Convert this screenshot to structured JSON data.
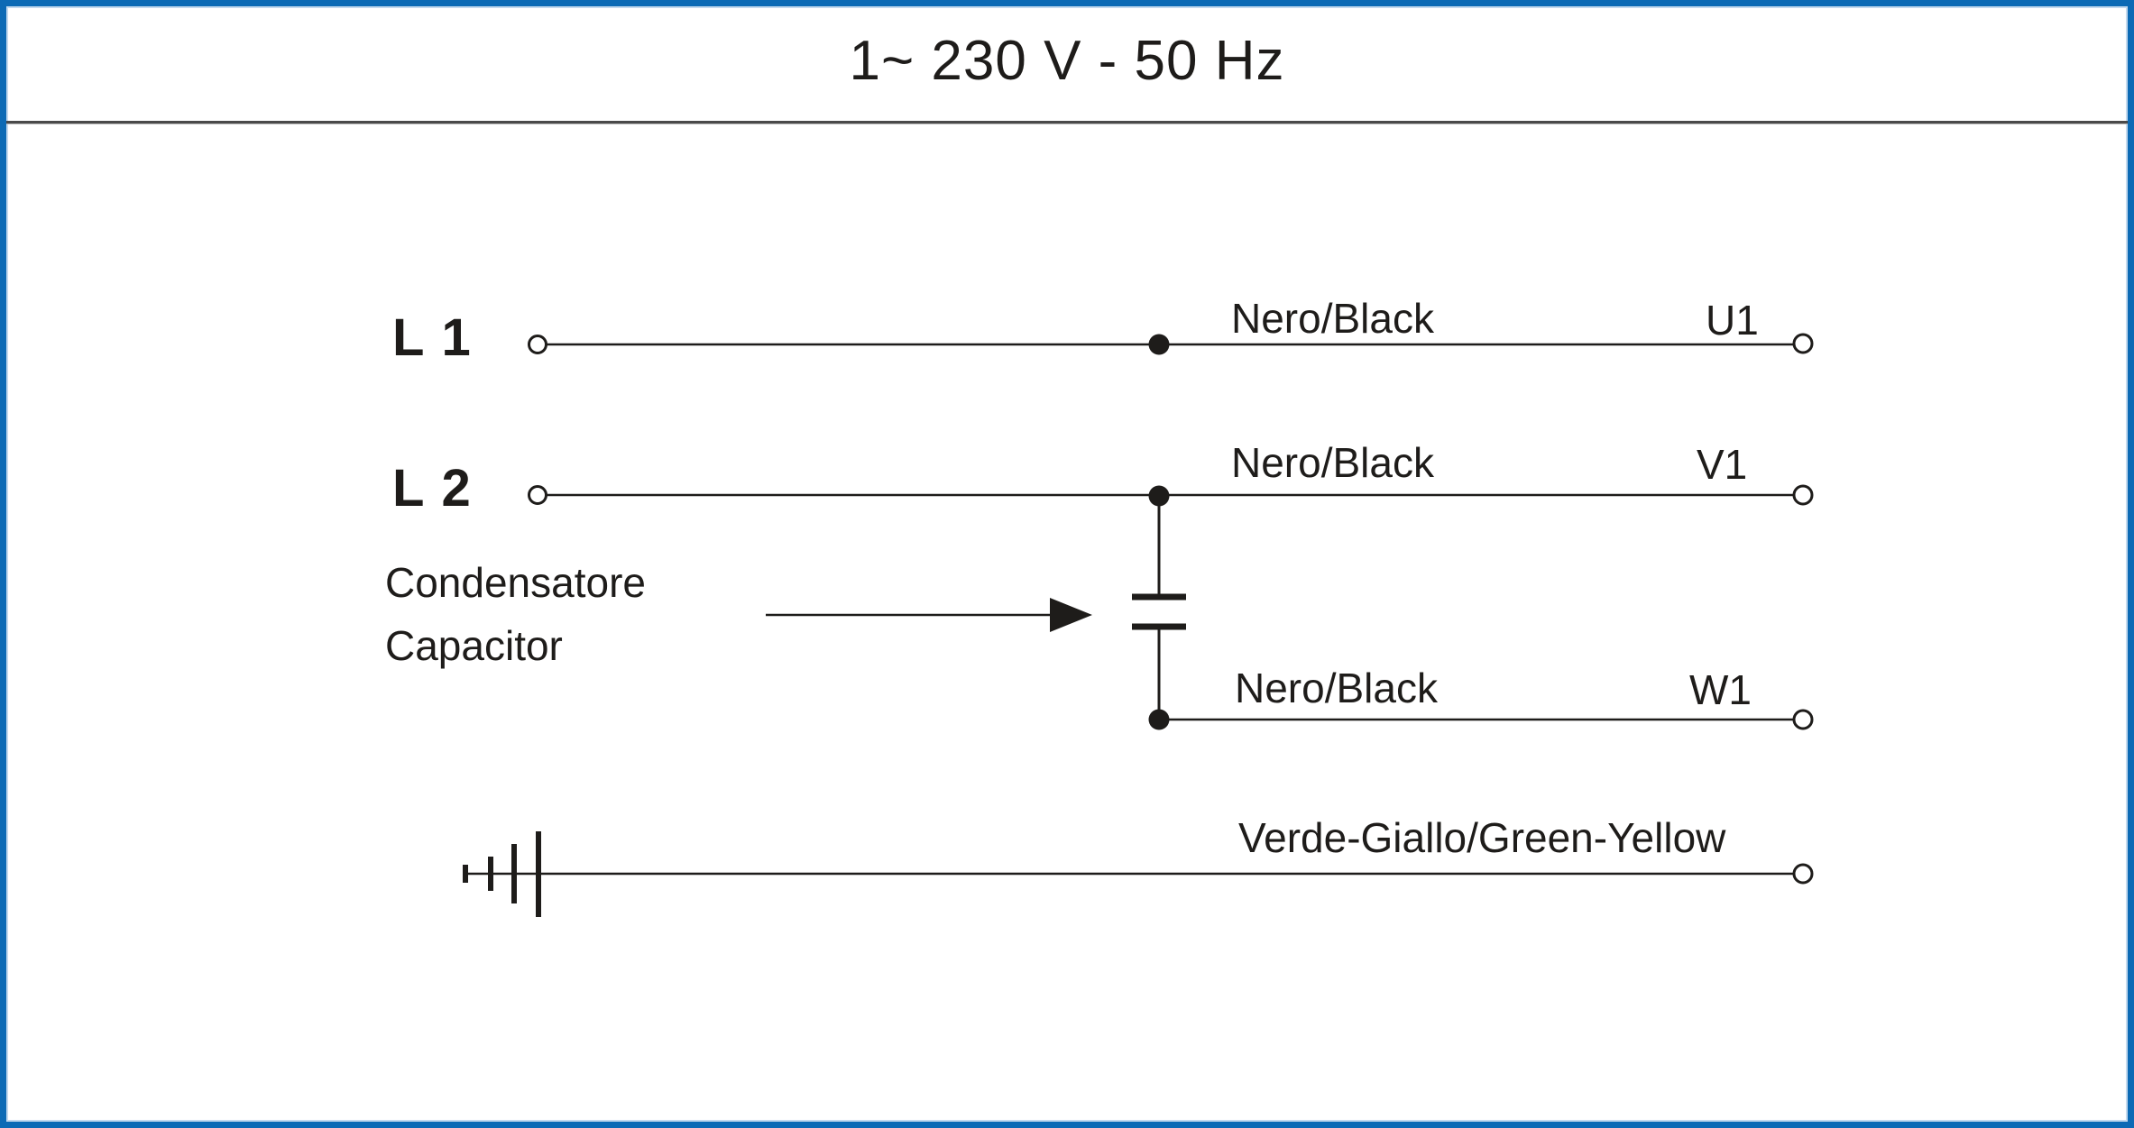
{
  "header": {
    "title": "1~ 230 V - 50 Hz"
  },
  "circuit": {
    "l1": {
      "source_label": "L 1",
      "wire_label": "Nero/Black",
      "terminal_label": "U1"
    },
    "l2": {
      "source_label": "L 2",
      "wire_label": "Nero/Black",
      "terminal_label": "V1"
    },
    "w": {
      "wire_label": "Nero/Black",
      "terminal_label": "W1"
    },
    "earth": {
      "wire_label": "Verde-Giallo/Green-Yellow"
    },
    "capacitor": {
      "label_italian": "Condensatore",
      "label_english": "Capacitor"
    }
  },
  "colors": {
    "frame_blue": "#0c6ab5",
    "frame_inner_blue": "#c3d9ee",
    "ink_black": "#1e1c1a",
    "divider_gray": "#4a4a4a"
  }
}
